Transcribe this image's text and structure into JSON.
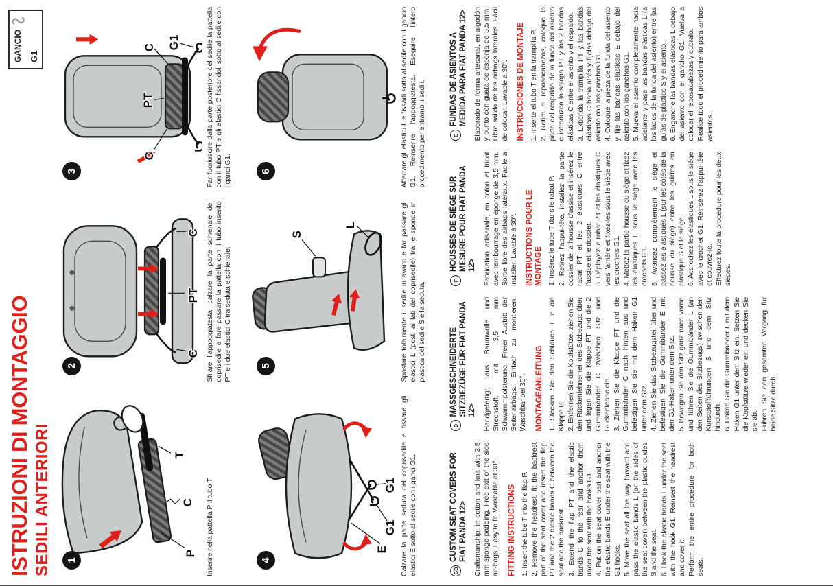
{
  "colors": {
    "accent": "#de1f1a",
    "figure_gray": "#c9cccd"
  },
  "header": {
    "title": "ISTRUZIONI DI MONTAGGIO",
    "subtitle": "SEDILI ANTERIORI",
    "hook_box": {
      "label": "GANCIO",
      "code": "G1",
      "icon": "s-hook-icon"
    }
  },
  "figures": [
    {
      "number": "1",
      "labels": [
        "P",
        "C",
        "T"
      ],
      "caption": "Inserire nella pattella P il tubo T."
    },
    {
      "number": "2",
      "labels": [
        "C",
        "PT",
        "C"
      ],
      "caption": "Sfilare l'appoggiatesta, calzare la parte schienale del coprisedile e fare passare la pattella con il tubo inserito PT e i due elastici C tra seduta e schienale."
    },
    {
      "number": "3",
      "labels": [
        "C",
        "PT",
        "C",
        "G1"
      ],
      "caption": "Far fuoriuscire dalla parte posteriore del sedile la pattella con il tubo PT e gli elastici C fissandoli sotto al sedile con i ganci G1."
    },
    {
      "number": "4",
      "labels": [
        "E",
        "G1",
        "G1"
      ],
      "caption": "Calzare la parte seduta del coprisedile e fissare gli elastici E sotto al sedile con i ganci G1."
    },
    {
      "number": "5",
      "labels": [
        "S",
        "L"
      ],
      "caption": "Spostare totalmente il sedile in avanti e far passare gli elastici L (posti ai lati del coprisedile) tra le sponde in plastica del sedile S e la seduta."
    },
    {
      "number": "6",
      "labels": [],
      "caption": "Afferrare gli elastici L e fissarli sotto al sedile con il gancio G1. Reinserire l'appoggiatesta. Eseguire l'intero procedimento per entrambi i sedili."
    }
  ],
  "sections": [
    {
      "badge": "GB",
      "title": "CUSTOM SEAT COVERS FOR FIAT PANDA 12>",
      "intro": "Craftsmanship, in cotton and knit with 3,5 mm sponge padding. Free exit of the side air-bags. Easy to fit. Washable at 30°.",
      "heading": "FITTING INSTRUCTIONS",
      "steps": [
        "1. Insert the tube T into the flap P.",
        "2. Remove the headrest, fit the backrest part of the seat cover and insert the flap PT and the 2 elastic bands C between the seat and the backrest.",
        "3. Extend the flap PT and the elastic bands C to the rear and anchor them under the seat with the hooks G1.",
        "4. Put on the seat cover part and anchor the elastic bands E under the seat with the G1 hooks.",
        "5. Move the seat all the way forward and pass the elastic bands L (on the sides of the seat cover) between the plastic guides S and the seat.",
        "6. Hook the elastic bands L under the seat with the hook G1. Reinsert the headrest and cover it."
      ],
      "footer": "Perform the entire procedure for both seats."
    },
    {
      "badge": "D",
      "title": "MASSGESCHNEIDERTE SITZBEZÜGE FÜR FIAT PANDA 12>",
      "intro": "Handgefertigt, aus Baumwolle und Strechstoff, mit 3,5 mm Schwammpolsterung. Freier Austritt der Seitenairbags. Einfach zu montieren. Waschbar bei 30°.",
      "heading": "MONTAGEANLEITUNG",
      "steps": [
        "1. Stecken Sie den Schlauch T in die Klappe P.",
        "2. Entfernen Sie die Kopfstütze, ziehen Sie den Rückenlehnenteil des Sitzbezugs über und legen Sie die Klappe PT und die 2 Gummibänder C zwischen Sitz und Rückenlehne ein.",
        "3. Ziehen Sie die Klappe PT und die Gummibänder C nach hinten aus und befestigen Sie sie mit dem Haken G1 unter dem Sitz.",
        "4. Ziehen Sie das Sitzbezugsteil über und befestigen Sie die Gummibänder E mit den G1-Haken unter dem Sitz.",
        "5. Bewegen Sie den Sitz ganz nach vorne und führen Sie die Gummibänder L (an den Seiten des Sitzbezugs) zwischen den Kunststoffführungen S und dem Sitz hindurch.",
        "6. Haken Sie die Gummibänder L mit dem Haken G1 unter dem Sitz ein. Setzen Sie die Kopfstütze wieder ein und decken Sie sie ab."
      ],
      "footer": "Führen Sie den gesamten Vorgang für beide Sitze durch."
    },
    {
      "badge": "F",
      "title": "HOUSSES DE SIÈGE SUR MESURE POUR FIAT PANDA 12>",
      "intro": "Fabrication artisanale, en coton et tricot avec rembourrage en éponge de 3,5 mm. Sortie libre des airbags latéraux. Facile à installer. Lavable à 30°.",
      "heading": "INSTRUCTIONS POUR LE MONTAGE",
      "steps": [
        "1. Insérez le tube T dans le rabat P.",
        "2. Retirez l'appui-tête, installez la partie dossier de la housse d'assise et insérez le rabat PT et les 2 élastiques C entre l'assise et le dossier.",
        "3. Déployez le rabat PT et les élastiques C vers l'arrière et fixez-les sous le siège avec les crochets G1.",
        "4. Mettez la partie housse du siège et fixez les élastiques E sous le siège avec les crochets G1.",
        "5. Avancez complètement le siège et passez les élastiques L (sur les côtés de la housse du siège) entre les guides en plastique S et le siège.",
        "6. Accrochez les élastiques L sous le siège avec le crochet G1. Réinsérez l'appui-tête et couvrez-le."
      ],
      "footer": "Effectuez toute la procédure pour les deux sièges."
    },
    {
      "badge": "E",
      "title": "FUNDAS DE ASIENTOS A MEDIDA PARA FIAT PANDA 12>",
      "intro": "Elaborado de forma artesanal, en algodón y punto con guata de esponja de 3,5 mm. Libre salida de los airbags laterales. Fácil de colocar. Lavable a 30°.",
      "heading": "INSTRUCCIONES DE MONTAJE",
      "steps": [
        "1. Inserte el tubo T en la trampilla P.",
        "2. Retire el reposacabezas, coloque la parte del respaldo de la funda del asiento e introduzca la solapa PT y las 2 bandas elásticas C entre el asiento y el respaldo.",
        "3. Extienda la trampilla PT y las bandas elásticas C hacia atrás y fíjelas debajo del asiento con los ganchos G1.",
        "4. Coloque la pieza de la funda del asiento y fije las bandas elásticas E debajo del asiento con los ganchos G1.",
        "5. Mueva el asiento completamente hacia adelante y pase las bandas elásticas L (a los lados de la funda del asiento) entre las guías de plástico S y el asiento.",
        "6. Enganche las bandas elásticas L debajo del asiento con el gancho G1. Vuelva a colocar el reposacabezas y cúbralo."
      ],
      "footer": "Realice todo el procedimiento para ambos asientos."
    }
  ]
}
